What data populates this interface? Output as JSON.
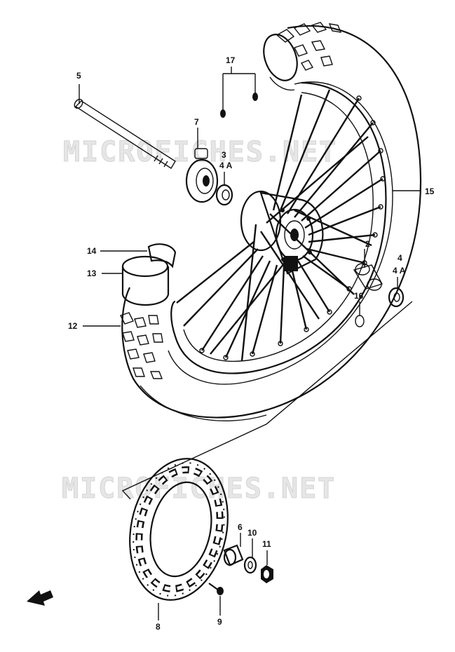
{
  "watermark": "MICROFICHES.NET",
  "callouts": {
    "c5": "5",
    "c17": "17",
    "c7": "7",
    "c3": "3",
    "c4a_top": "4 A",
    "c15": "15",
    "c14": "14",
    "c13": "13",
    "c12": "12",
    "c2": "2",
    "c4": "4",
    "c4a_right": "4 A",
    "c16": "16",
    "c6": "6",
    "c10": "10",
    "c11": "11",
    "c8": "8",
    "c9": "9"
  },
  "colors": {
    "ink": "#111111",
    "watermark": "#e6e6e6"
  }
}
